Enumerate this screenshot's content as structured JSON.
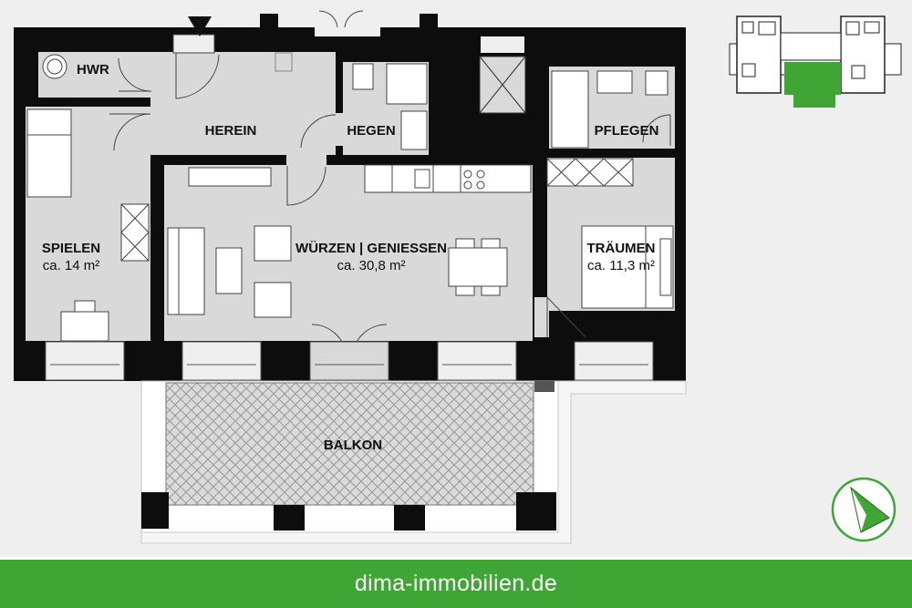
{
  "rooms": {
    "hwr": {
      "name": "HWR"
    },
    "herein": {
      "name": "HEREIN"
    },
    "hegen": {
      "name": "HEGEN"
    },
    "pflegen": {
      "name": "PFLEGEN"
    },
    "spielen": {
      "name": "SPIELEN",
      "area": "ca. 14 m²"
    },
    "wuerzen": {
      "name": "WÜRZEN | GENIESSEN",
      "area": "ca. 30,8 m²"
    },
    "traeumen": {
      "name": "TRÄUMEN",
      "area": "ca. 11,3 m²"
    },
    "balkon": {
      "name": "BALKON"
    }
  },
  "footer": {
    "website": "dima-immobilien.de"
  },
  "colors": {
    "wall": "#0d0d0d",
    "floor": "#d9d9d9",
    "background": "#efefef",
    "brand_green": "#3fa535",
    "keyplan_highlight": "#3fa535"
  },
  "icons": {
    "entrance": "entrance-arrow-icon",
    "compass": "north-compass-icon",
    "keyplan": "building-keyplan-icon"
  }
}
